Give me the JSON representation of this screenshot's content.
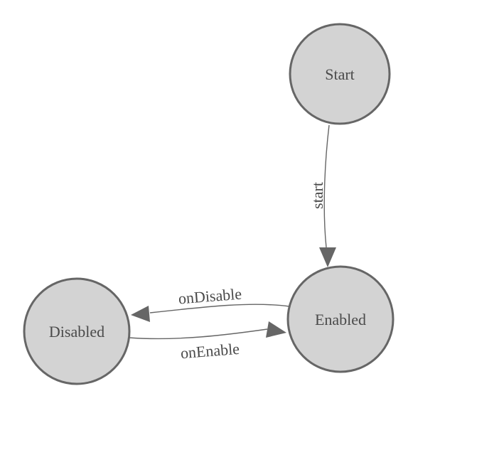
{
  "diagram": {
    "type": "state-machine",
    "nodes": {
      "start": {
        "label": "Start"
      },
      "enabled": {
        "label": "Enabled"
      },
      "disabled": {
        "label": "Disabled"
      }
    },
    "edges": {
      "start": {
        "label": "start",
        "from": "Start",
        "to": "Enabled"
      },
      "onDisable": {
        "label": "onDisable",
        "from": "Enabled",
        "to": "Disabled"
      },
      "onEnable": {
        "label": "onEnable",
        "from": "Disabled",
        "to": "Enabled"
      }
    }
  },
  "colors": {
    "node-fill": "#d3d3d3",
    "node-stroke": "#666666",
    "edge-stroke": "#666666",
    "label-text": "#4a4a4a",
    "background": "#ffffff"
  }
}
